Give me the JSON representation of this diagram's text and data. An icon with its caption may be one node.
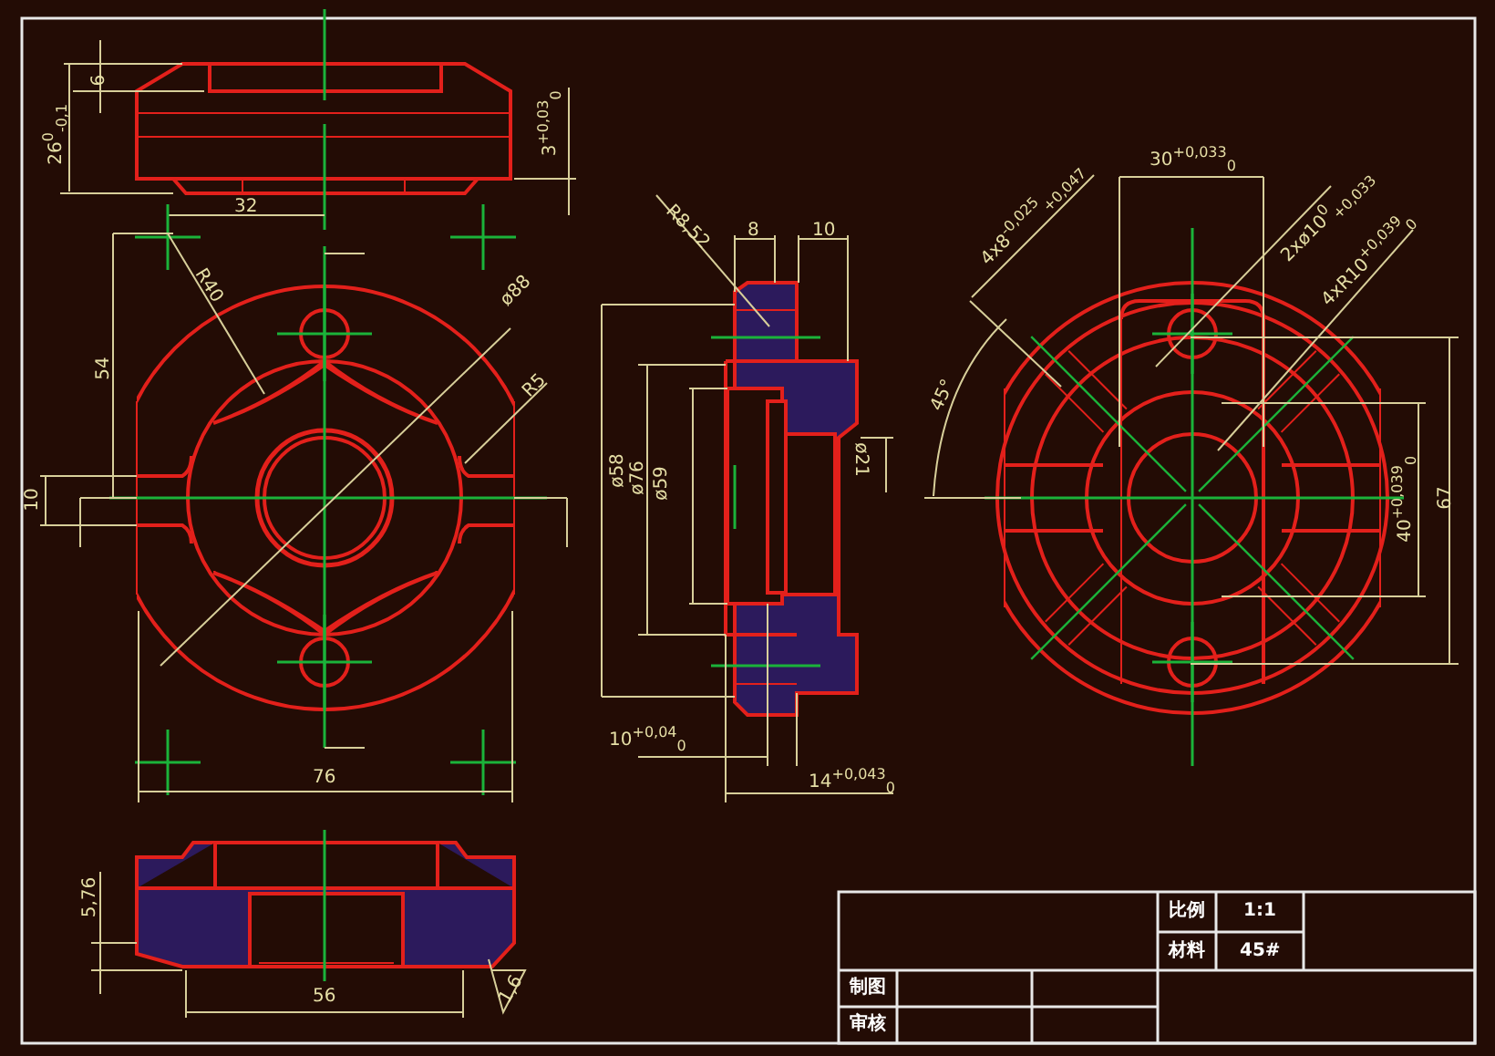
{
  "diagram": {
    "labels": [
      "6",
      "26$^{0}$$_{-0,1}$",
      "3$^{+0,03}$$_{0}$",
      "32",
      "R40",
      "ø88",
      "R5",
      "54",
      "10",
      "76",
      "R8,52",
      "8",
      "10",
      "ø58",
      "ø76",
      "ø59",
      "ø21",
      "10$^{+0,04}$$_{0}$",
      "14$^{+0,043}$$_{0}$",
      "45°",
      "4x8$^{-0,025}$$_{+0,047}$",
      "30$^{+0,033}$$_{0}$",
      "2xø10$^{0}$$_{+0,033}$",
      "4xR10$^{+0,039}$$_{0}$",
      "40$^{+0,039}$$_{0}$",
      "67",
      "5,76",
      "56",
      "1,6",
      "比例",
      "1:1",
      "材料",
      "45#",
      "制图",
      "审核"
    ]
  }
}
